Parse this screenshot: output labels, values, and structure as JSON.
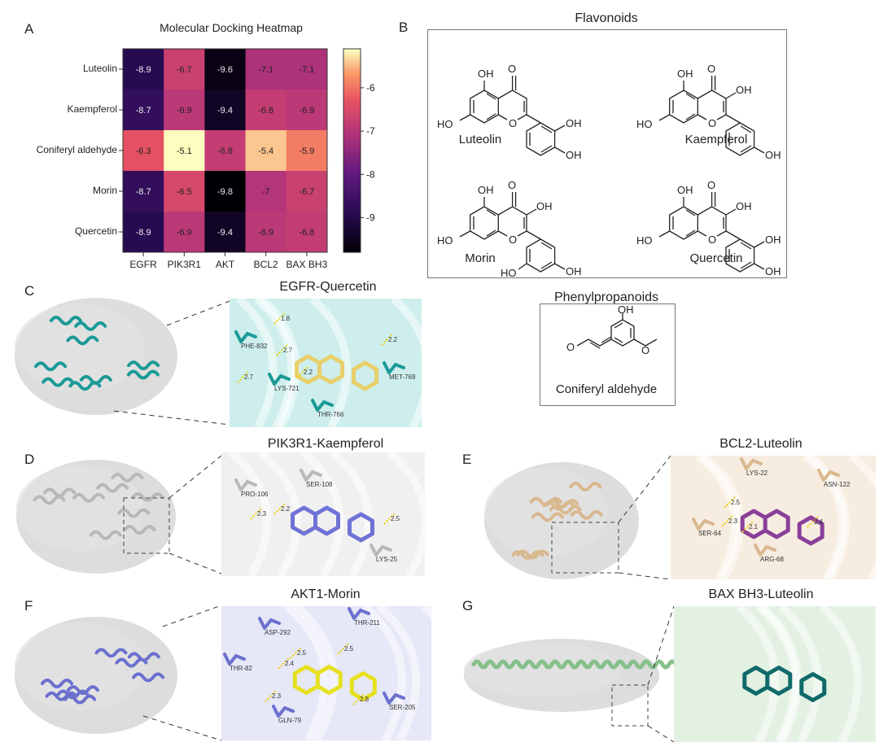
{
  "panels": {
    "A": "A",
    "B": "B",
    "C": "C",
    "D": "D",
    "E": "E",
    "F": "F",
    "G": "G"
  },
  "chart_data": {
    "type": "heatmap",
    "title": "Molecular Docking Heatmap",
    "rows": [
      "Luteolin",
      "Kaempferol",
      "Coniferyl aldehyde",
      "Morin",
      "Quercetin"
    ],
    "columns": [
      "EGFR",
      "PIK3R1",
      "AKT",
      "BCL2",
      "BAX BH3"
    ],
    "values": [
      [
        -8.9,
        -6.7,
        -9.6,
        -7.1,
        -7.1
      ],
      [
        -8.7,
        -6.9,
        -9.4,
        -6.8,
        -6.9
      ],
      [
        -6.3,
        -5.1,
        -6.8,
        -5.4,
        -5.9
      ],
      [
        -8.7,
        -6.5,
        -9.8,
        -7.0,
        -6.7
      ],
      [
        -8.9,
        -6.9,
        -9.4,
        -6.9,
        -6.8
      ]
    ],
    "colorbar": {
      "range": [
        -9.8,
        -5.1
      ],
      "ticks": [
        "-6",
        "-7",
        "-8",
        "-9"
      ],
      "colormap": "magma"
    }
  },
  "flavonoids": {
    "title": "Flavonoids",
    "molecules": [
      {
        "name": "Luteolin",
        "atoms": [
          "OH",
          "O",
          "HO",
          "O",
          "OH",
          "OH"
        ]
      },
      {
        "name": "Kaempferol",
        "atoms": [
          "OH",
          "O",
          "OH",
          "HO",
          "O",
          "OH"
        ]
      },
      {
        "name": "Morin",
        "atoms": [
          "OH",
          "O",
          "OH",
          "HO",
          "O",
          "HO",
          "OH"
        ]
      },
      {
        "name": "Quercetin",
        "atoms": [
          "OH",
          "O",
          "OH",
          "HO",
          "O",
          "OH",
          "OH"
        ]
      }
    ]
  },
  "phenylpropanoids": {
    "title": "Phenylpropanoids",
    "molecule": {
      "name": "Coniferyl aldehyde",
      "atoms": [
        "OH",
        "O",
        "O"
      ]
    }
  },
  "docking": {
    "C": {
      "title": "EGFR-Quercetin",
      "residues": [
        "PHE-832",
        "LYS-721",
        "THR-766",
        "MET-769"
      ],
      "distances": [
        "1.8",
        "2.7",
        "2.7",
        "2.2",
        "2.2"
      ],
      "protein_color": "#1a9a96",
      "ligand_color": "#e8cf6a",
      "bg": "#cdeeed"
    },
    "D": {
      "title": "PIK3R1-Kaempferol",
      "residues": [
        "PRO-106",
        "SER-108",
        "LYS-25"
      ],
      "distances": [
        "2.3",
        "2.2",
        "2.5"
      ],
      "protein_color": "#b8b8b8",
      "ligand_color": "#6f72d6",
      "bg": "#f0f0f0"
    },
    "E": {
      "title": "BCL2-Luteolin",
      "residues": [
        "LYS-22",
        "ASN-122",
        "SER-64",
        "ARG-68"
      ],
      "distances": [
        "2.5",
        "2.4",
        "2.3",
        "2.1"
      ],
      "protein_color": "#d9b88e",
      "ligand_color": "#8a3f9a",
      "bg": "#f6ece0"
    },
    "F": {
      "title": "AKT1-Morin",
      "residues": [
        "ASP-292",
        "THR-211",
        "THR-82",
        "GLN-79",
        "SER-205"
      ],
      "distances": [
        "2.5",
        "2.5",
        "2.4",
        "2.3",
        "2.8"
      ],
      "protein_color": "#6b70cf",
      "ligand_color": "#e6e020",
      "bg": "#e6e7f7"
    },
    "G": {
      "title": "BAX BH3-Luteolin",
      "residues": [],
      "distances": [],
      "protein_color": "#86c08a",
      "ligand_color": "#0f6a6a",
      "bg": "#e3f1e3"
    }
  }
}
